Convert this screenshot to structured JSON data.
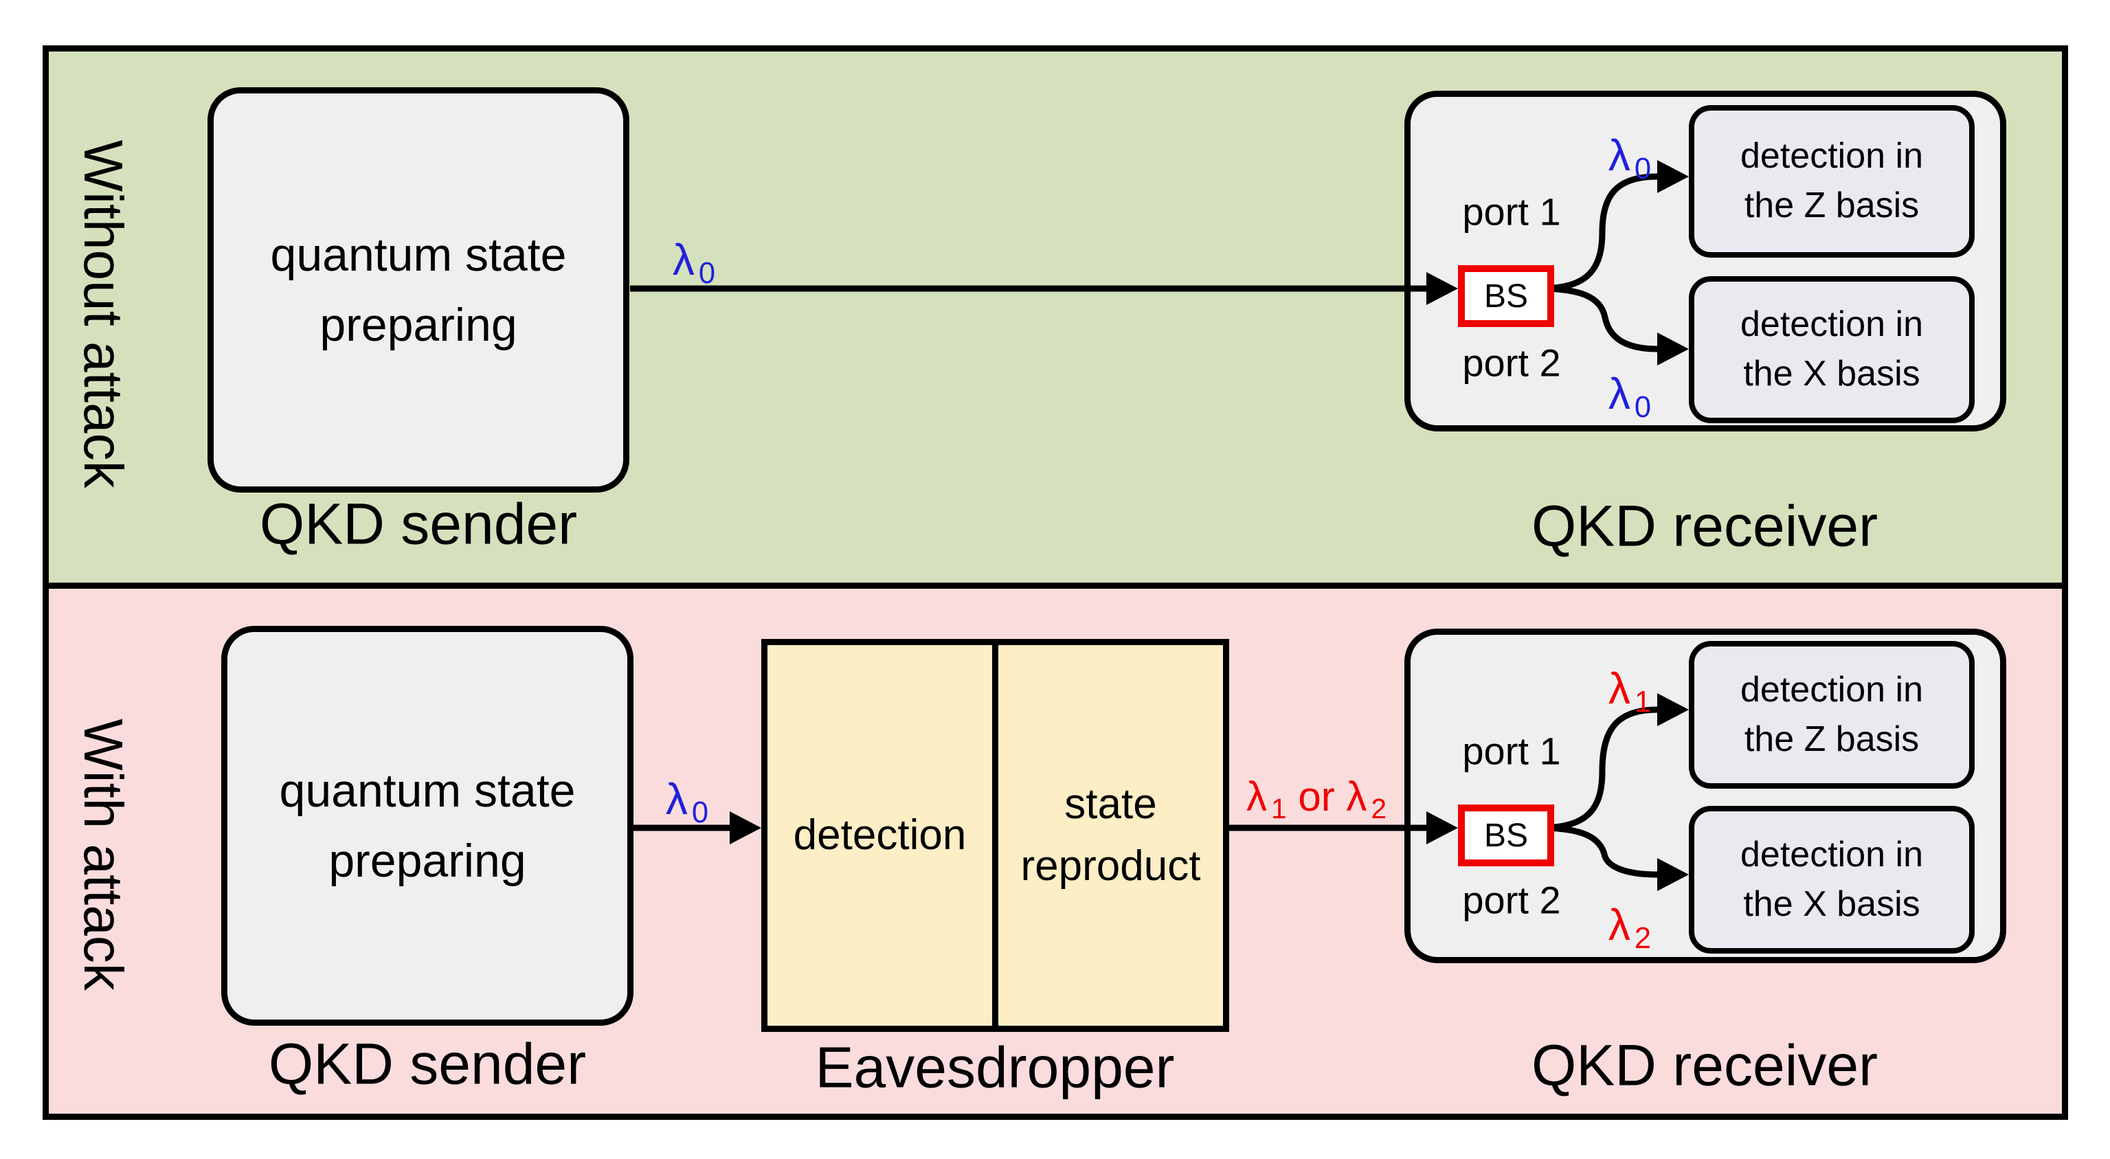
{
  "colors": {
    "panel_without_attack_bg": "#d5e1bd",
    "panel_with_attack_bg": "#f9dcdb",
    "component_box_bg": "#f0eff0",
    "detector_box_bg": "#ece8f0",
    "eavesdropper_bg": "#fdeec6",
    "lambda_original": "#2020dd",
    "lambda_attack": "#f00000",
    "bs_border": "#f00000",
    "line_color": "#000000"
  },
  "panels": {
    "without_attack": {
      "side_label": "Without attack",
      "sender": {
        "line1": "quantum state",
        "line2": "preparing",
        "caption": "QKD sender"
      },
      "channel_lambda": {
        "base": "λ",
        "sub": "0"
      },
      "receiver": {
        "caption": "QKD receiver",
        "bs": "BS",
        "port1": "port 1",
        "port2": "port 2",
        "lambda_port1": {
          "base": "λ",
          "sub": "0"
        },
        "lambda_port2": {
          "base": "λ",
          "sub": "0"
        },
        "detector_z": {
          "line1": "detection in",
          "line2": "the Z basis"
        },
        "detector_x": {
          "line1": "detection in",
          "line2": "the X basis"
        }
      }
    },
    "with_attack": {
      "side_label": "With attack",
      "sender": {
        "line1": "quantum state",
        "line2": "preparing",
        "caption": "QKD sender"
      },
      "channel_lambda": {
        "base": "λ",
        "sub": "0"
      },
      "eavesdropper": {
        "caption": "Eavesdropper",
        "cell1": "detection",
        "cell2_line1": "state",
        "cell2_line2": "reproduct"
      },
      "channel_out": {
        "l1": "λ",
        "s1": "1",
        "mid": " or ",
        "l2": "λ",
        "s2": "2"
      },
      "receiver": {
        "caption": "QKD receiver",
        "bs": "BS",
        "port1": "port 1",
        "port2": "port 2",
        "lambda_port1": {
          "base": "λ",
          "sub": "1"
        },
        "lambda_port2": {
          "base": "λ",
          "sub": "2"
        },
        "detector_z": {
          "line1": "detection in",
          "line2": "the Z basis"
        },
        "detector_x": {
          "line1": "detection in",
          "line2": "the X basis"
        }
      }
    }
  }
}
